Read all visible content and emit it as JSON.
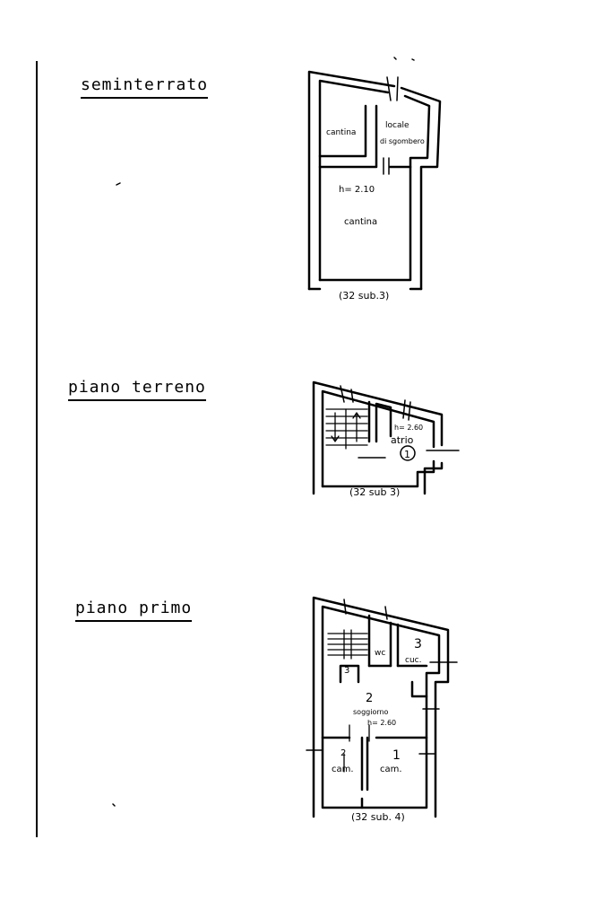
{
  "colors": {
    "ink": "#000000",
    "paper": "#ffffff"
  },
  "floors": [
    {
      "title": "seminterrato",
      "rooms": {
        "cantina_small": "cantina",
        "locale_line1": "locale",
        "locale_line2": "di sgombero",
        "height": "h= 2.10",
        "cantina_large": "cantina"
      },
      "ref": "(32 sub.3)"
    },
    {
      "title": "piano terreno",
      "rooms": {
        "height": "h= 2.60",
        "atrio": "atrio",
        "number": "1"
      },
      "ref": "(32 sub 3)"
    },
    {
      "title": "piano primo",
      "rooms": {
        "wc": "wc",
        "cuc_number": "3",
        "cuc": "cuc.",
        "stair_number": "3",
        "soggiorno_number": "2",
        "soggiorno": "soggiorno",
        "height": "h= 2.60",
        "cam_left_number": "2",
        "cam_left": "cam.",
        "cam_right_number": "1",
        "cam_right": "cam."
      },
      "ref": "(32 sub. 4)"
    }
  ]
}
